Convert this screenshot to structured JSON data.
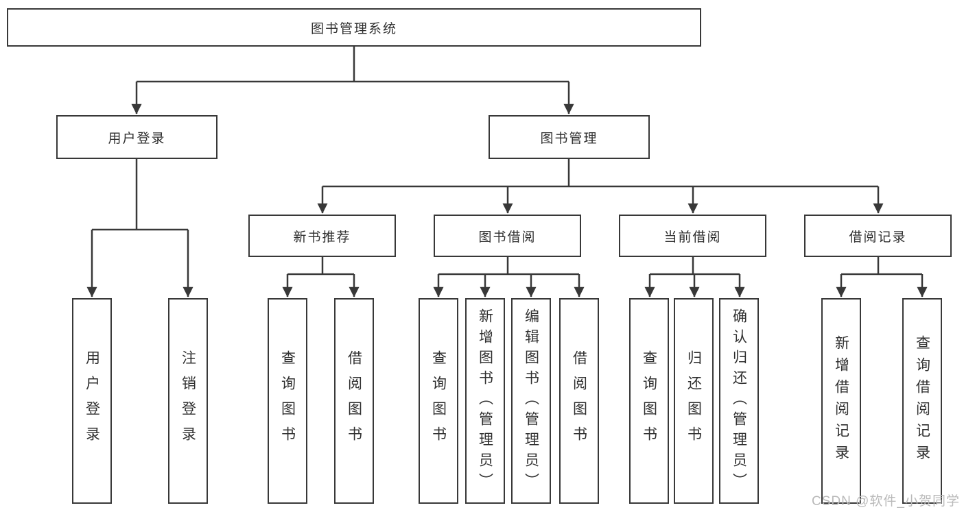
{
  "diagram": {
    "root": "图书管理系统",
    "login": {
      "label": "用户登录",
      "leaves": [
        "用户登录",
        "注销登录"
      ]
    },
    "mgmt": {
      "label": "图书管理",
      "groups": [
        {
          "label": "新书推荐",
          "leaves": [
            "查询图书",
            "借阅图书"
          ]
        },
        {
          "label": "图书借阅",
          "leaves": [
            "查询图书",
            "新增图书（管理员）",
            "编辑图书（管理员）",
            "借阅图书"
          ]
        },
        {
          "label": "当前借阅",
          "leaves": [
            "查询图书",
            "归还图书",
            "确认归还（管理员）"
          ]
        },
        {
          "label": "借阅记录",
          "leaves": [
            "新增借阅记录",
            "查询借阅记录"
          ]
        }
      ]
    }
  },
  "watermark": "CSDN @软件_小贺同学",
  "colors": {
    "line": "#383838",
    "text": "#2f2f2f",
    "watermark": "#b9b9b9",
    "background": "#ffffff"
  }
}
